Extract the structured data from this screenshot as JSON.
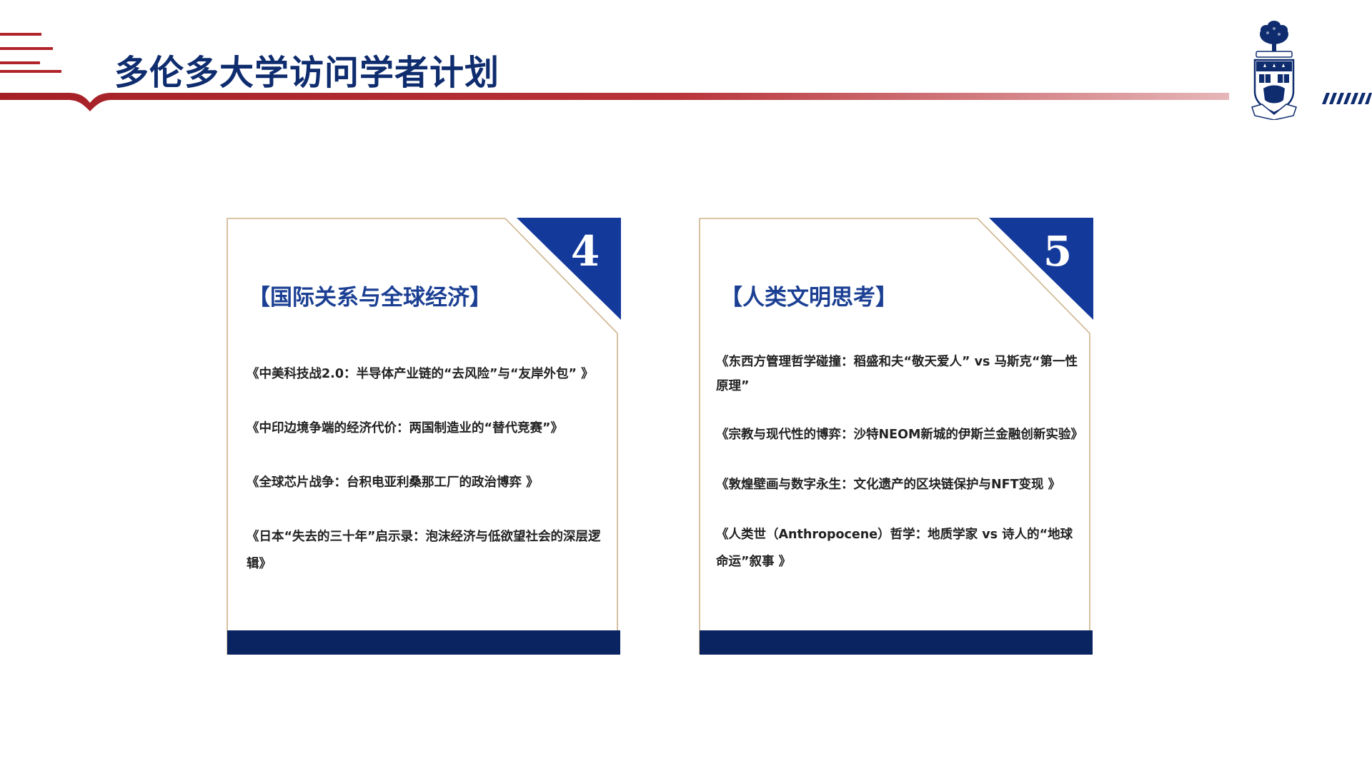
{
  "page": {
    "title": "多伦多大学访问学者计划"
  },
  "colors": {
    "brand_red": "#b0242a",
    "title_blue": "#0e2c6e",
    "accent_blue": "#1b3f93",
    "footer_navy": "#0a2361",
    "card_border": "#cdb38a"
  },
  "icons": {
    "menu_lines": "red-lines-icon",
    "crest": "university-crest-icon",
    "slashes": "slash-pattern-icon"
  },
  "cards": [
    {
      "number": "4",
      "heading": "【国际关系与全球经济】",
      "items": [
        "《中美科技战2.0：半导体产业链的“去风险”与“友岸外包” 》",
        "《中印边境争端的经济代价：两国制造业的“替代竞赛”》",
        "《全球芯片战争：台积电亚利桑那工厂的政治博弈 》",
        "《日本“失去的三十年”启示录：泡沫经济与低欲望社会的深层逻辑》"
      ]
    },
    {
      "number": "5",
      "heading": "【人类文明思考】",
      "items": [
        "《东西方管理哲学碰撞：稻盛和夫“敬天爱人” vs 马斯克“第一性原理”",
        "《宗教与现代性的博弈：沙特NEOM新城的伊斯兰金融创新实验》",
        "《敦煌壁画与数字永生：文化遗产的区块链保护与NFT变现 》",
        "《人类世（Anthropocene）哲学：地质学家 vs 诗人的“地球命运”叙事 》"
      ]
    }
  ]
}
